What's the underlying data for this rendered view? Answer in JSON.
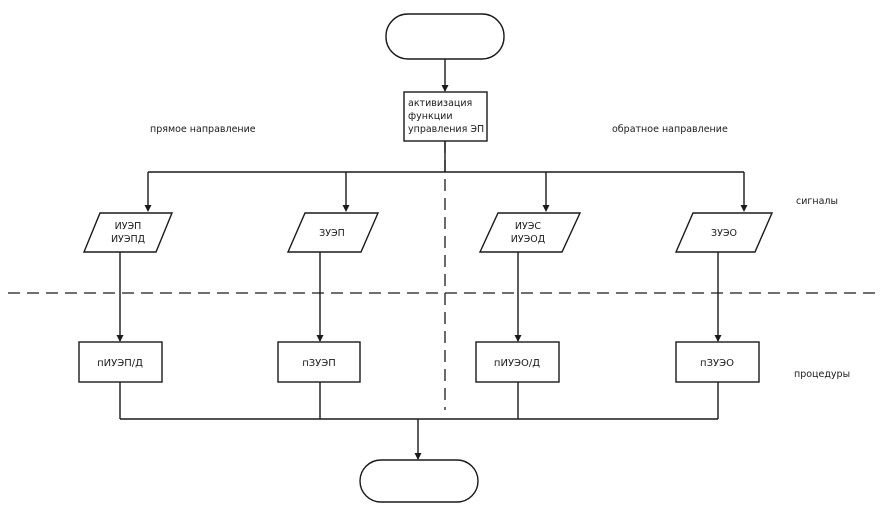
{
  "start": "",
  "end": "",
  "activate": [
    "активизация",
    "функции",
    "управления ЭП"
  ],
  "labels": {
    "forward": "прямое направление",
    "reverse": "обратное направление",
    "signals": "сигналы",
    "procedures": "процедуры"
  },
  "signals": [
    [
      "ИУЭП",
      "ИУЭПД"
    ],
    [
      "ЗУЭП"
    ],
    [
      "ИУЭС",
      "ИУЭОД"
    ],
    [
      "ЗУЭО"
    ]
  ],
  "procedures": [
    "пИУЭП/Д",
    "пЗУЭП",
    "пИУЭО/Д",
    "пЗУЭО"
  ]
}
